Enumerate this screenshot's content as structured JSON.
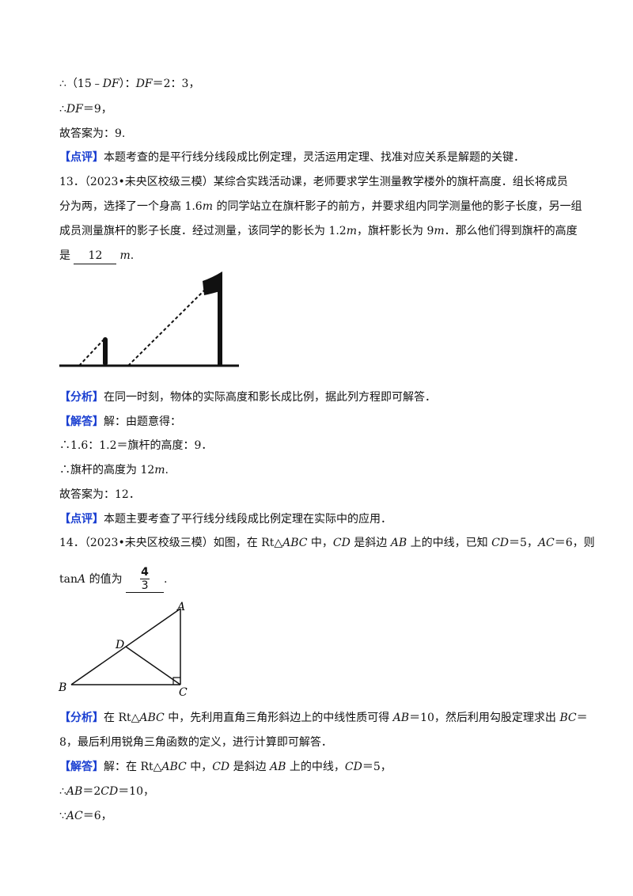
{
  "lines": {
    "l1": {
      "pre": "∴（15﹣",
      "v1": "DF",
      "mid": "）：",
      "v2": "DF",
      "post": "＝2：3，"
    },
    "l2": {
      "pre": "∴",
      "v1": "DF",
      "post": "＝9，"
    },
    "l3": "故答案为：9.",
    "l4": {
      "tag": "【点评】",
      "text": "本题考查的是平行线分线段成比例定理，灵活运用定理、找准对应关系是解题的关键．"
    }
  },
  "q13": {
    "line1": "13．（2023•未央区校级三模）某综合实践活动课，老师要求学生测量教学楼外的旗杆高度．组长将成员",
    "line2": {
      "a": "分为两，选择了一个身高 1.6",
      "m": "m",
      "b": " 的同学站立在旗杆影子的前方，并要求组内同学测量他的影子长度，另一组"
    },
    "line3": {
      "a": "成员测量旗杆的影子长度．经过测量，该同学的影长为 1.2",
      "m1": "m",
      "b": "，旗杆影长为 9",
      "m2": "m",
      "c": "．那么他们得到旗杆的高度"
    },
    "line4": {
      "a": "是 ",
      "answer": "12",
      "unit": "m",
      "end": "."
    },
    "analysis": {
      "tag": "【分析】",
      "text": "在同一时刻，物体的实际高度和影长成比例，据此列方程即可解答．"
    },
    "solution": {
      "tag": "【解答】",
      "text": "解：由题意得："
    },
    "s1": "∴1.6：1.2＝旗杆的高度：9．",
    "s2": {
      "a": "∴旗杆的高度为 12",
      "m": "m",
      "b": "."
    },
    "s3": "故答案为：12．",
    "comment": {
      "tag": "【点评】",
      "text": "本题主要考查了平行线分线段成比例定理在实际中的应用．"
    }
  },
  "q14": {
    "line1": {
      "a": "14．（2023•未央区校级三模）如图，在 Rt△",
      "abc": "ABC",
      "b": " 中，",
      "cd": "CD",
      "c": " 是斜边 ",
      "ab": "AB",
      "d": " 上的中线，已知 ",
      "cd2": "CD",
      "e": "＝5，",
      "ac": "AC",
      "f": "＝6，则"
    },
    "line2": {
      "a": "tan",
      "A": "A",
      "b": " 的值为 ",
      "num": "4",
      "den": "3",
      "end": "."
    },
    "labels": {
      "A": "A",
      "B": "B",
      "C": "C",
      "D": "D"
    },
    "analysis": {
      "tag": "【分析】",
      "a": "在 Rt△",
      "abc": "ABC",
      "b": " 中，先利用直角三角形斜边上的中线性质可得 ",
      "ab": "AB",
      "c": "＝10，然后利用勾股定理求出 ",
      "bc": "BC",
      "d": "＝"
    },
    "analysis2": "8，最后利用锐角三角函数的定义，进行计算即可解答．",
    "solution": {
      "tag": "【解答】",
      "a": "解：在 Rt△",
      "abc": "ABC",
      "b": " 中，",
      "cd": "CD",
      "c": " 是斜边 ",
      "ab": "AB",
      "d": " 上的中线，",
      "cd2": "CD",
      "e": "＝5，"
    },
    "s1": {
      "a": "∴",
      "ab": "AB",
      "b": "＝2",
      "cd": "CD",
      "c": "＝10，"
    },
    "s2": {
      "a": "∵",
      "ac": "AC",
      "b": "＝6，"
    }
  }
}
